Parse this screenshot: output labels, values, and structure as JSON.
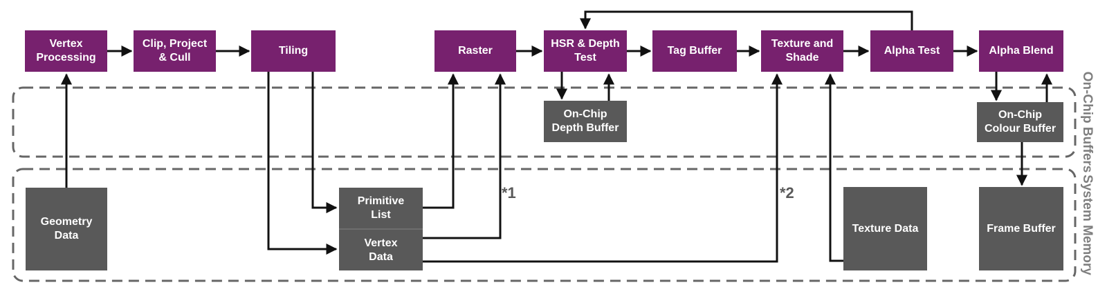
{
  "diagram": {
    "stages": {
      "vertex_processing": {
        "lines": [
          "Vertex",
          "Processing"
        ]
      },
      "clip_project_cull": {
        "lines": [
          "Clip, Project",
          "& Cull"
        ]
      },
      "tiling": {
        "lines": [
          "Tiling"
        ]
      },
      "raster": {
        "lines": [
          "Raster"
        ]
      },
      "hsr_depth_test": {
        "lines": [
          "HSR & Depth",
          "Test"
        ]
      },
      "tag_buffer": {
        "lines": [
          "Tag Buffer"
        ]
      },
      "texture_and_shade": {
        "lines": [
          "Texture and",
          "Shade"
        ]
      },
      "alpha_test": {
        "lines": [
          "Alpha Test"
        ]
      },
      "alpha_blend": {
        "lines": [
          "Alpha Blend"
        ]
      }
    },
    "memories": {
      "on_chip_depth_buffer": {
        "lines": [
          "On-Chip",
          "Depth Buffer"
        ]
      },
      "on_chip_colour_buffer": {
        "lines": [
          "On-Chip",
          "Colour Buffer"
        ]
      },
      "geometry_data": {
        "lines": [
          "Geometry",
          "Data"
        ]
      },
      "primitive_list": {
        "lines": [
          "Primitive",
          "List"
        ]
      },
      "vertex_data": {
        "lines": [
          "Vertex",
          "Data"
        ]
      },
      "texture_data": {
        "lines": [
          "Texture Data"
        ]
      },
      "frame_buffer": {
        "lines": [
          "Frame Buffer"
        ]
      }
    },
    "notes": {
      "n1": "*1",
      "n2": "*2"
    },
    "regions": {
      "on_chip": "On-Chip Buffers",
      "system_memory": "System Memory"
    },
    "colors": {
      "stage_fill": "#77216e",
      "memory_fill": "#595959",
      "box_text": "#ffffff",
      "arrow": "#111111",
      "region_border": "#666666",
      "region_label": "#7f7f7f",
      "note_text": "#595959"
    }
  }
}
